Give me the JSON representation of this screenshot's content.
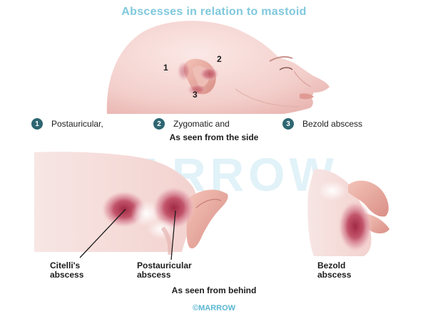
{
  "title": "Abscesses in relation to mastoid",
  "side_view": {
    "markers": [
      "1",
      "2",
      "3"
    ],
    "caption": "As seen from the side"
  },
  "legend": [
    {
      "number": "1",
      "label": "Postauricular,"
    },
    {
      "number": "2",
      "label": "Zygomatic and"
    },
    {
      "number": "3",
      "label": "Bezold abscess"
    }
  ],
  "behind_view": {
    "labels": [
      {
        "line1": "Citelli's",
        "line2": "abscess"
      },
      {
        "line1": "Postauricular",
        "line2": "abscess"
      },
      {
        "line1": "Bezold",
        "line2": "abscess"
      }
    ],
    "caption": "As seen from behind"
  },
  "watermark": "MARROW",
  "copyright": "©MARROW",
  "colors": {
    "title": "#7fc8dc",
    "badge": "#2e6672",
    "skin": "#f6d9d6",
    "abscess": "#b8485c",
    "watermark": "#c9e8f3"
  }
}
